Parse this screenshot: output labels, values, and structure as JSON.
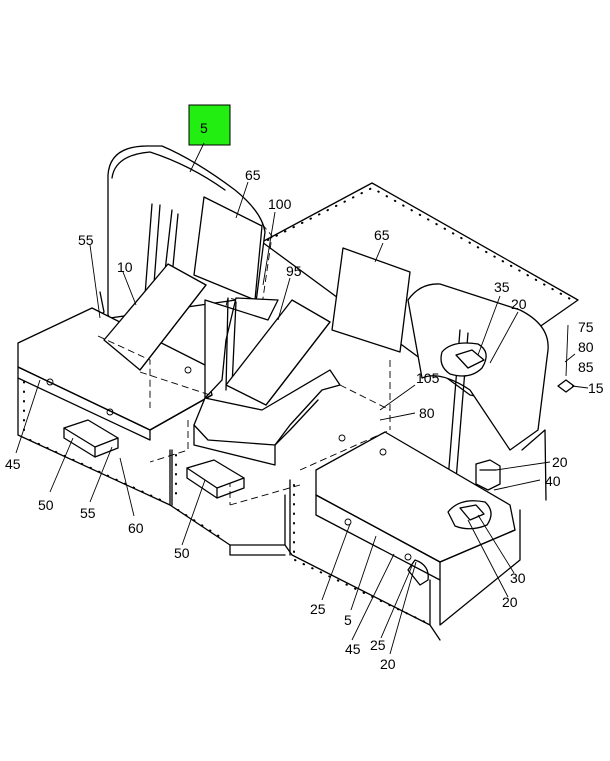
{
  "highlight": {
    "label": "5",
    "color": "#22ee11"
  },
  "callouts": [
    {
      "id": "c5-top",
      "text": "5"
    },
    {
      "id": "c65-a",
      "text": "65"
    },
    {
      "id": "c100",
      "text": "100"
    },
    {
      "id": "c55-a",
      "text": "55"
    },
    {
      "id": "c10",
      "text": "10"
    },
    {
      "id": "c95",
      "text": "95"
    },
    {
      "id": "c65-b",
      "text": "65"
    },
    {
      "id": "c35",
      "text": "35"
    },
    {
      "id": "c20-a",
      "text": "20"
    },
    {
      "id": "c75",
      "text": "75"
    },
    {
      "id": "c80-a",
      "text": "80"
    },
    {
      "id": "c85",
      "text": "85"
    },
    {
      "id": "c15",
      "text": "15"
    },
    {
      "id": "c105",
      "text": "105"
    },
    {
      "id": "c80-b",
      "text": "80"
    },
    {
      "id": "c45-a",
      "text": "45"
    },
    {
      "id": "c50-a",
      "text": "50"
    },
    {
      "id": "c55-b",
      "text": "55"
    },
    {
      "id": "c60",
      "text": "60"
    },
    {
      "id": "c50-b",
      "text": "50"
    },
    {
      "id": "c20-b",
      "text": "20"
    },
    {
      "id": "c40",
      "text": "40"
    },
    {
      "id": "c30",
      "text": "30"
    },
    {
      "id": "c20-c",
      "text": "20"
    },
    {
      "id": "c25-a",
      "text": "25"
    },
    {
      "id": "c5-bottom",
      "text": "5"
    },
    {
      "id": "c45-b",
      "text": "45"
    },
    {
      "id": "c25-b",
      "text": "25"
    },
    {
      "id": "c20-d",
      "text": "20"
    }
  ]
}
